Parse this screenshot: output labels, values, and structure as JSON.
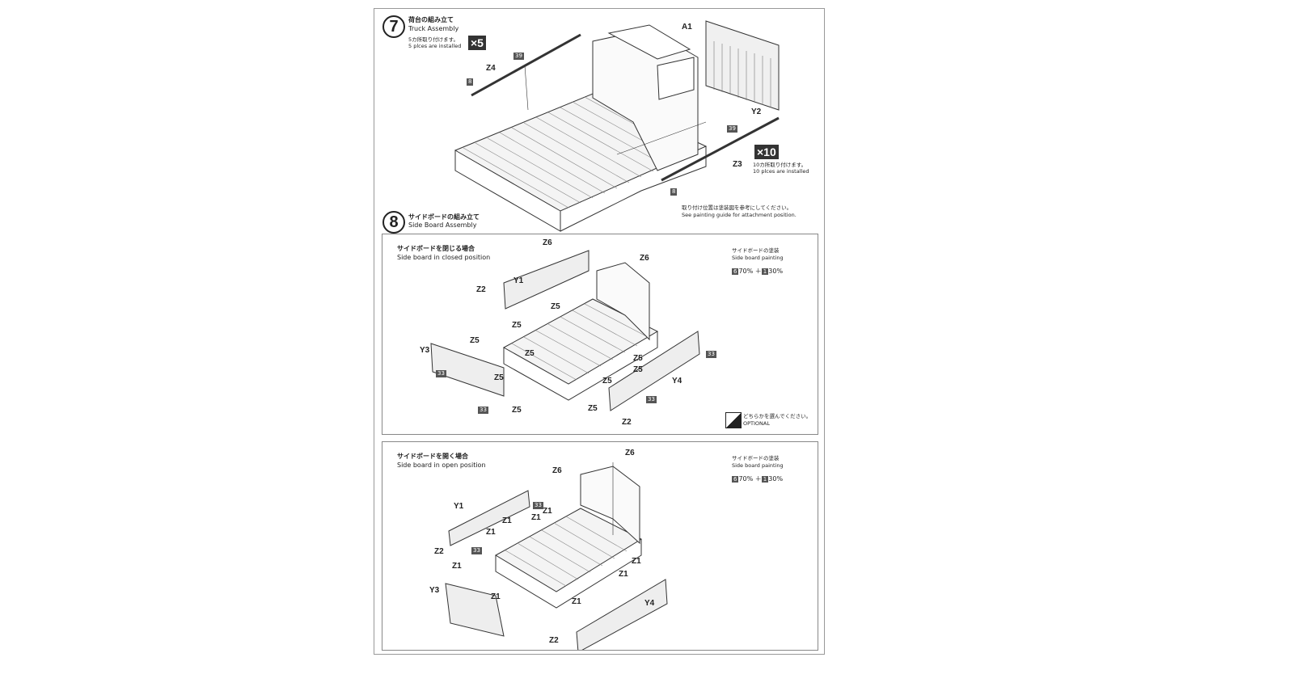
{
  "step7": {
    "number": "7",
    "title_jp": "荷台の組み立て",
    "title_en": "Truck Assembly",
    "note1_jp": "5カ所取り付けます。",
    "note1_en": "5 plces are installed",
    "mult1": "×5",
    "note2_jp": "10カ所取り付けます。",
    "note2_en": "10 plces are installed",
    "mult2": "×10",
    "guide_jp": "取り付け位置は塗装図を参考にしてください。",
    "guide_en": "See painting guide for attachment position.",
    "labels": [
      "A1",
      "Y2",
      "Z4",
      "Z3"
    ],
    "tags": [
      "39",
      "8",
      "39",
      "8"
    ]
  },
  "step8": {
    "number": "8",
    "title_jp": "サイドボードの組み立て",
    "title_en": "Side Board Assembly",
    "closed": {
      "title_jp": "サイドボードを閉じる場合",
      "title_en": "Side board in closed position",
      "paint_jp": "サイドボードの塗装",
      "paint_en": "Side board painting",
      "paint_c1": "6",
      "paint_p1": "70% ＋",
      "paint_c2": "1",
      "paint_p2": "30%",
      "labels": [
        "Z6",
        "Z6",
        "Y1",
        "Z2",
        "Z5",
        "Z5",
        "Z5",
        "Z5",
        "Y3",
        "Z5",
        "Z5",
        "Z5",
        "Z5",
        "Y4",
        "Z5",
        "Z2",
        "Z5"
      ],
      "tags": [
        "33",
        "33",
        "33",
        "33"
      ]
    },
    "optional": {
      "jp": "どちらかを選んでください。",
      "en": "OPTIONAL"
    },
    "open": {
      "title_jp": "サイドボードを開く場合",
      "title_en": "Side board in open position",
      "paint_jp": "サイドボードの塗装",
      "paint_en": "Side board painting",
      "paint_c1": "6",
      "paint_p1": "70% ＋",
      "paint_c2": "1",
      "paint_p2": "30%",
      "labels": [
        "Z6",
        "Z6",
        "Y1",
        "Z1",
        "Z1",
        "Z1",
        "Z2",
        "Z1",
        "Y3",
        "Z1",
        "Z1",
        "Z1",
        "Z1",
        "Z1",
        "Y4",
        "Z2"
      ],
      "tags": [
        "33",
        "33"
      ]
    }
  }
}
